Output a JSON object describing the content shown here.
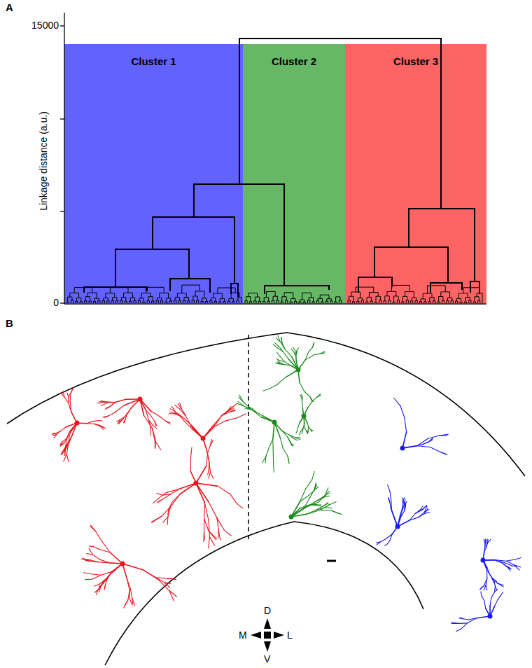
{
  "diagram": {
    "nodes": [
      {
        "text": [
          "Cluster 1"
        ]
      },
      {
        "text": [
          "Cluster 2"
        ]
      },
      {
        "text": [
          "Cluster 3"
        ]
      }
    ],
    "labels": [
      "A",
      "15000",
      "0",
      "Linkage distance (a.u.)",
      "B",
      "D",
      "M",
      "L",
      "V"
    ]
  }
}
